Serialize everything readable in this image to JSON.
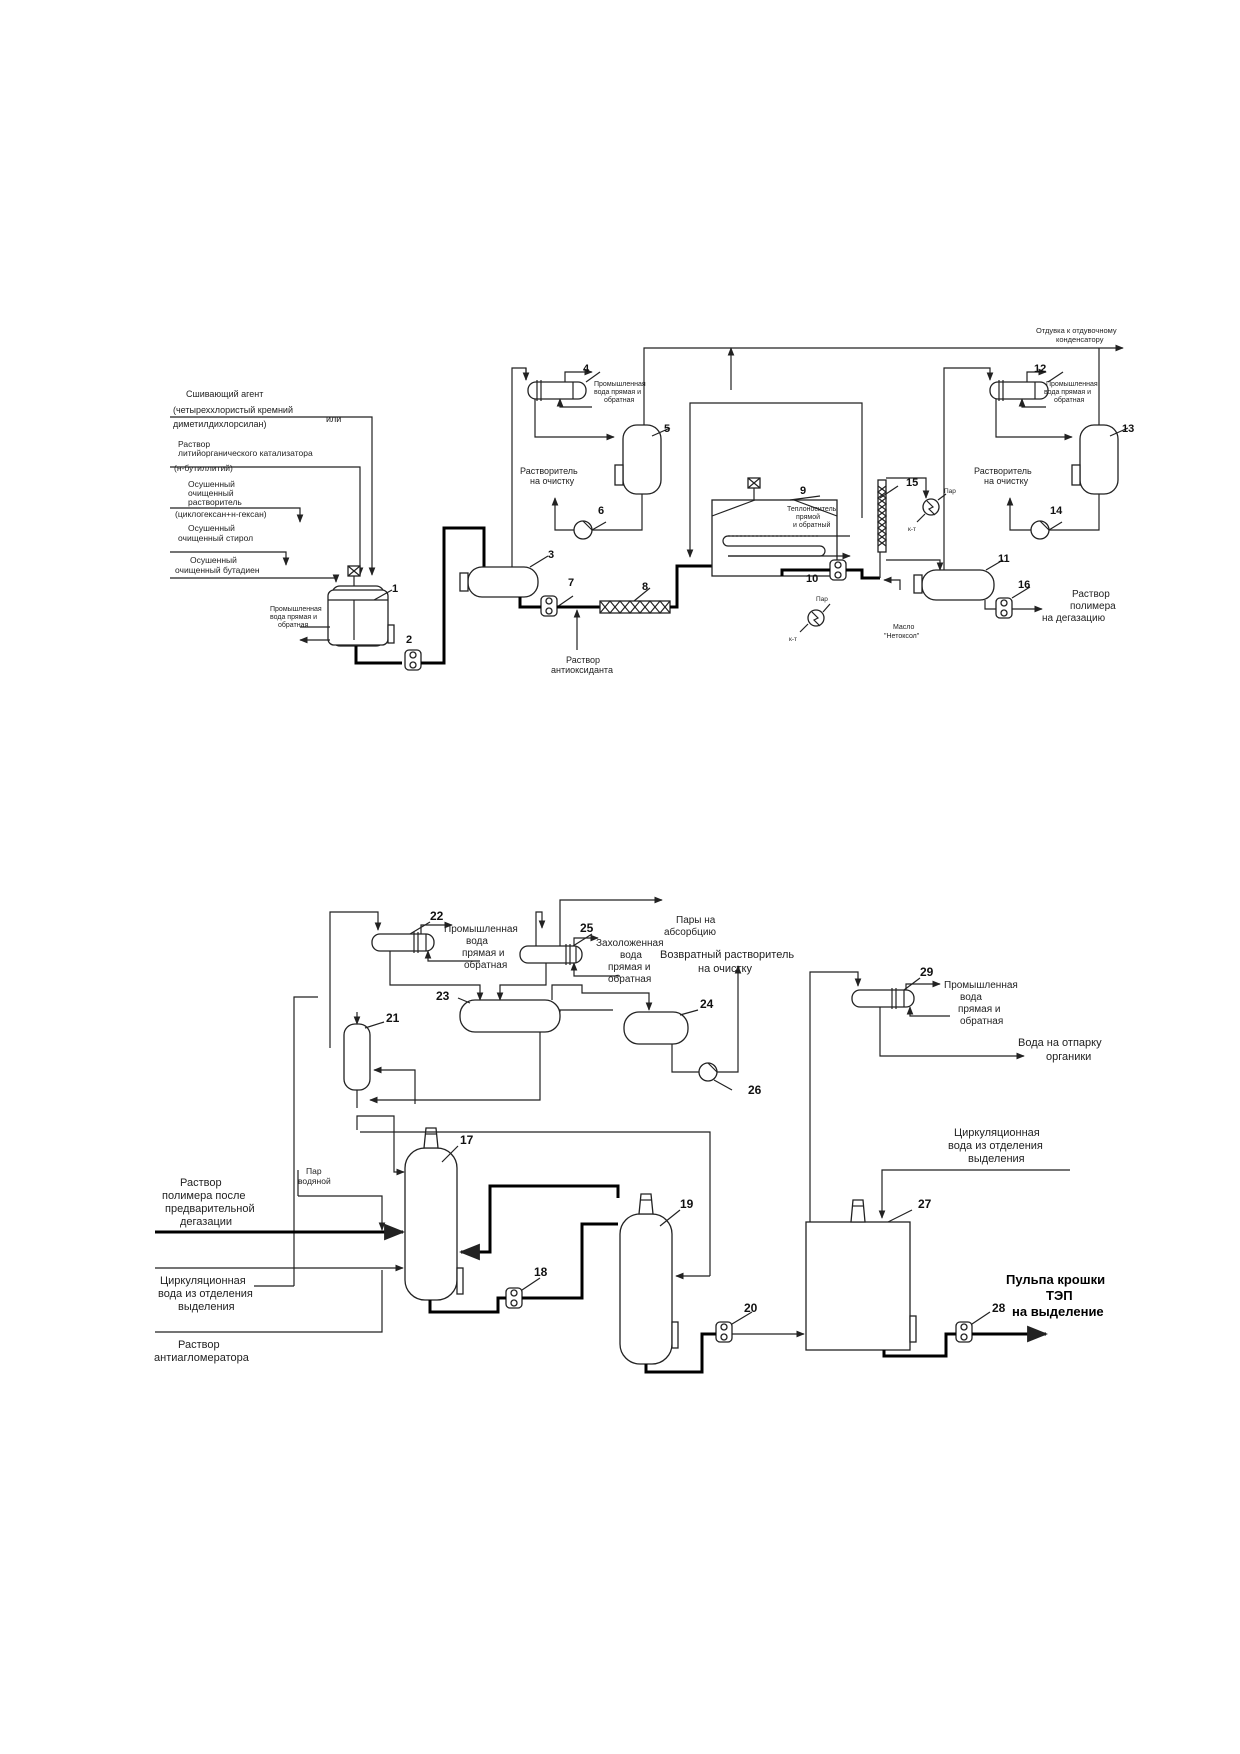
{
  "upper": {
    "feeds": {
      "agent_l1": "Сшивающий агент",
      "agent_l2": "(четыреххлористый кремний",
      "agent_l3": "диметилдихлорсилан)",
      "agent_or": "или",
      "cat_l1": "Раствор",
      "cat_l2": "литийорганического катализатора",
      "cat_l3": "(н-бутиллитий)",
      "solv_l1": "Осушенный",
      "solv_l2": "очищенный",
      "solv_l3": "растворитель",
      "solv_l4": "(циклогексан+н-гексан)",
      "styr_l1": "Осушенный",
      "styr_l2": "очищенный стирол",
      "buta_l1": "Осушенный",
      "buta_l2": "очищенный бутадиен"
    },
    "water1_l1": "Промышленная",
    "water1_l2": "вода прямая и",
    "water1_l3": "обратная",
    "water4_l1": "Промышленная",
    "water4_l2": "вода прямая и",
    "water4_l3": "обратная",
    "water12_l1": "Промышленная",
    "water12_l2": "вода прямая и",
    "water12_l3": "обратная",
    "solvent6_l1": "Растворитель",
    "solvent6_l2": "на очистку",
    "solvent14_l1": "Растворитель",
    "solvent14_l2": "на очистку",
    "heat9_l1": "Теплоноситель",
    "heat9_l2": "прямой",
    "heat9_l3": "и обратный",
    "antiox_l1": "Раствор",
    "antiox_l2": "антиоксиданта",
    "steam_a": "Пар",
    "cond_a": "к-т",
    "steam_b": "Пар",
    "cond_b": "к-т",
    "oil_l1": "Масло",
    "oil_l2": "\"Нетоксол\"",
    "vent_l1": "Отдувка к отдувочному",
    "vent_l2": "конденсатору",
    "polymer_l1": "Раствор",
    "polymer_l2": "полимера",
    "polymer_l3": "на дегазацию"
  },
  "lower": {
    "water22_l1": "Промышленная",
    "water22_l2": "вода",
    "water22_l3": "прямая и",
    "water22_l4": "обратная",
    "vapors_l1": "Пары на",
    "vapors_l2": "абсорбцию",
    "chilled_l1": "Захоложенная",
    "chilled_l2": "вода",
    "chilled_l3": "прямая и",
    "chilled_l4": "обратная",
    "return_l1": "Возвратный растворитель",
    "return_l2": "на очистку",
    "water29_l1": "Промышленная",
    "water29_l2": "вода",
    "water29_l3": "прямая и",
    "water29_l4": "обратная",
    "strip_l1": "Вода на отпарку",
    "strip_l2": "органики",
    "steam_l1": "Пар",
    "steam_l2": "водяной",
    "polymer_l1": "Раствор",
    "polymer_l2": "полимера после",
    "polymer_l3": "предварительной",
    "polymer_l4": "дегазации",
    "circ_l1": "Циркуляционная",
    "circ_l2": "вода из отделения",
    "circ_l3": "выделения",
    "circ27_l1": "Циркуляционная",
    "circ27_l2": "вода из отделения",
    "circ27_l3": "выделения",
    "anti_l1": "Раствор",
    "anti_l2": "антиагломератора",
    "pulp_l1": "Пульпа крошки",
    "pulp_l2": "ТЭП",
    "pulp_l3": "на выделение"
  },
  "numbers": {
    "n1": "1",
    "n2": "2",
    "n3": "3",
    "n4": "4",
    "n5": "5",
    "n6": "6",
    "n7": "7",
    "n8": "8",
    "n9": "9",
    "n10": "10",
    "n11": "11",
    "n12": "12",
    "n13": "13",
    "n14": "14",
    "n15": "15",
    "n16": "16",
    "n17": "17",
    "n18": "18",
    "n19": "19",
    "n20": "20",
    "n21": "21",
    "n22": "22",
    "n23": "23",
    "n24": "24",
    "n25": "25",
    "n26": "26",
    "n27": "27",
    "n28": "28",
    "n29": "29"
  }
}
